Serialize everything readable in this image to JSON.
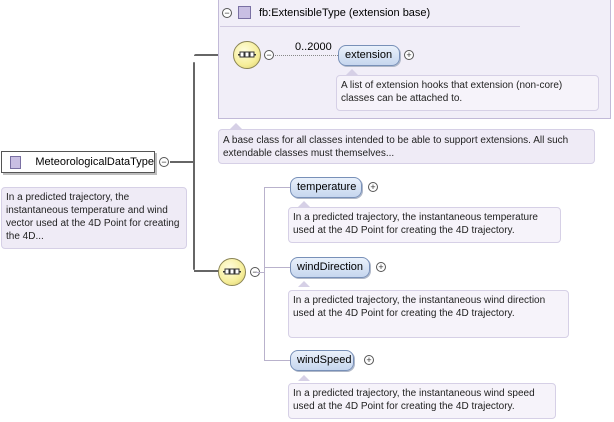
{
  "root": {
    "name": "MeteorologicalDataType",
    "doc": "In a predicted trajectory, the instantaneous temperature and wind vector used at the 4D Point for creating the 4D..."
  },
  "base": {
    "title": "fb:ExtensibleType (extension base)",
    "doc": "A base class for all classes intended to be able to support extensions. All such extendable classes must themselves...",
    "element": {
      "name": "extension",
      "cardinality": "0..2000",
      "doc": "A list of extension hooks that extension (non-core) classes can be attached to."
    }
  },
  "elements": [
    {
      "name": "temperature",
      "doc": "In a predicted trajectory, the instantaneous temperature used at the 4D Point for creating the 4D trajectory."
    },
    {
      "name": "windDirection",
      "doc": "In a predicted trajectory, the instantaneous wind direction used at the 4D Point for creating the 4D trajectory."
    },
    {
      "name": "windSpeed",
      "doc": "In a predicted trajectory, the instantaneous wind speed used at the 4D Point for creating the 4D trajectory."
    }
  ],
  "symbols": {
    "collapse": "−",
    "expand": "+"
  },
  "colors": {
    "type_icon": "#c9bfe3",
    "doc_bg": "#efebf6",
    "element_bg": "#c6d6ee",
    "sequence": "#f6ee9a"
  }
}
